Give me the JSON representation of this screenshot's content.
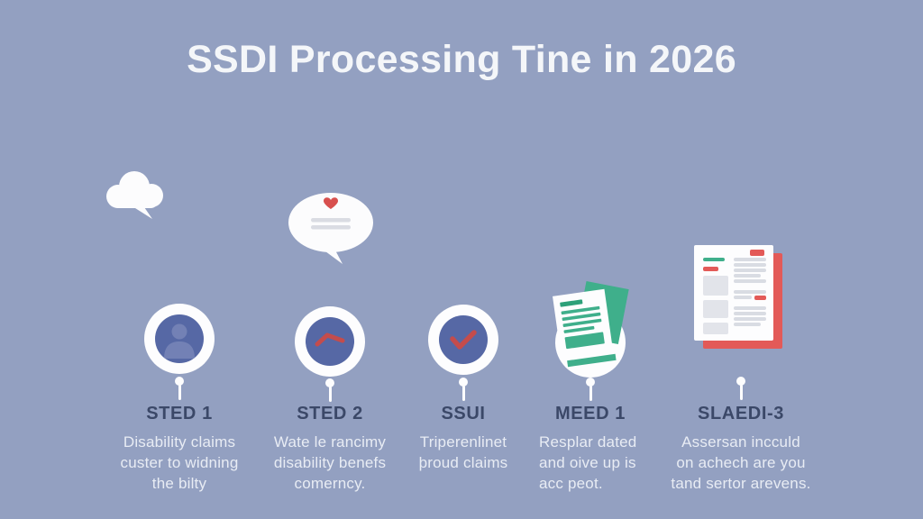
{
  "title": "SSDI Processing Tine in 2026",
  "decorations": {
    "cloud_icon": "cloud-with-speech-tail",
    "speech_bubble_icon": "bubble-with-heart-and-two-text-lines"
  },
  "colors": {
    "background": "#93A0C1",
    "title_text": "#F4F6F9",
    "step_heading": "#3B4868",
    "step_body_text": "#E8ECF4",
    "badge_ring": "#FDFDFE",
    "badge_circle": "#5668A5",
    "person_silhouette": "#7381B5",
    "accent_red": "#C44C4C",
    "heart_red": "#D8504E",
    "accent_green": "#3FAF8B",
    "document_red": "#E35A58",
    "document_gray": "#E2E4EA"
  },
  "steps": [
    {
      "heading": "STED 1",
      "icon": "person-icon",
      "lines": [
        "Disability claims",
        "custer to widning",
        "the bilty"
      ]
    },
    {
      "heading": "STED 2",
      "icon": "clock-hands-icon",
      "lines": [
        "Wate le rancimy",
        "disability benefs",
        "comerncy."
      ]
    },
    {
      "heading": "SSUI",
      "icon": "checkmark-icon",
      "lines": [
        "Triperenlinet",
        "þroud claims"
      ]
    },
    {
      "heading": "MEED 1",
      "icon": "documents-stack-icon",
      "lines": [
        "Resplar dated",
        "and oive up is",
        "acc peot."
      ]
    },
    {
      "heading": "SLAEDI-3",
      "icon": "report-document-icon",
      "lines": [
        "Assersan incculd",
        "on achech are you",
        "tand sertor arevens."
      ]
    }
  ]
}
